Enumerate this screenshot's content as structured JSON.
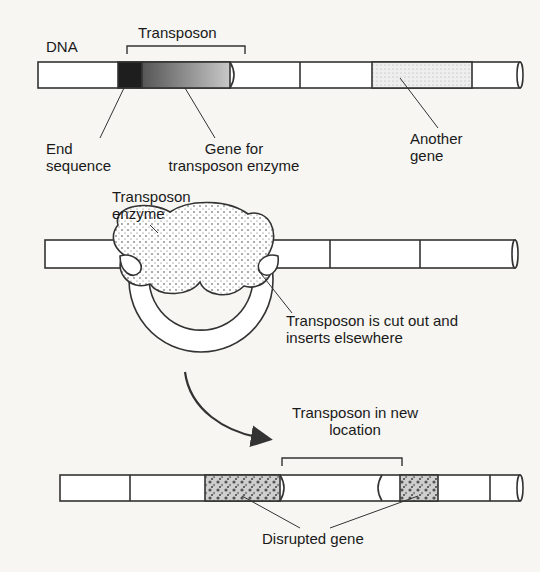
{
  "diagram": {
    "labels": [
      "Transposon",
      "DNA",
      "End sequence",
      "Gene for transposon enzyme",
      "Another gene",
      "Transposon enzyme",
      "Transposon is cut out and inserts elsewhere",
      "Transposon in new location",
      "Disrupted gene"
    ]
  }
}
